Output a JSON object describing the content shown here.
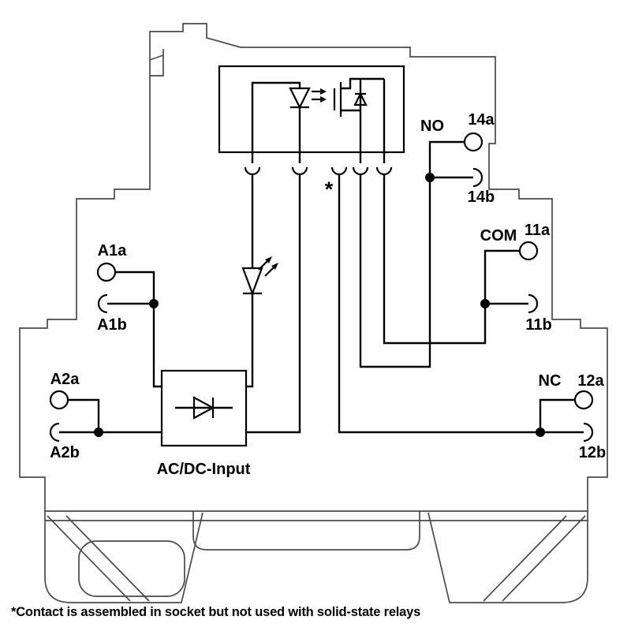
{
  "diagram": {
    "terminals": {
      "a1a": "A1a",
      "a1b": "A1b",
      "a2a": "A2a",
      "a2b": "A2b",
      "no": "NO",
      "t14a": "14a",
      "t14b": "14b",
      "com": "COM",
      "t11a": "11a",
      "t11b": "11b",
      "nc": "NC",
      "t12a": "12a",
      "t12b": "12b"
    },
    "labels": {
      "acdc_input": "AC/DC-Input",
      "asterisk": "*"
    },
    "footnote": "*Contact is assembled in socket but not used with solid-state relays",
    "colors": {
      "circuit": "#000000",
      "housing": "#4a4a4a",
      "background": "#ffffff"
    }
  }
}
